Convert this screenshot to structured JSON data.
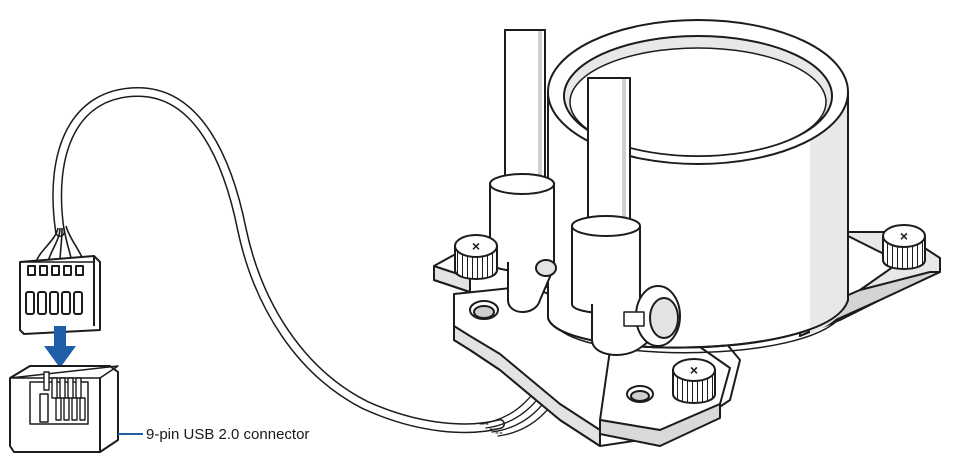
{
  "diagram": {
    "connector_label": "9-pin USB 2.0 connector",
    "colors": {
      "line": "#1c1c1c",
      "fill": "#ffffff",
      "shade": "#e3e3e3",
      "shade_dark": "#cfcfcf",
      "arrow": "#1f5fa8",
      "callout": "#1f5fa8"
    },
    "parts": [
      "usb-cable",
      "usb-plug",
      "motherboard-usb-header",
      "pump-block",
      "coolant-tubes",
      "mounting-bracket",
      "thumb-screws"
    ]
  }
}
